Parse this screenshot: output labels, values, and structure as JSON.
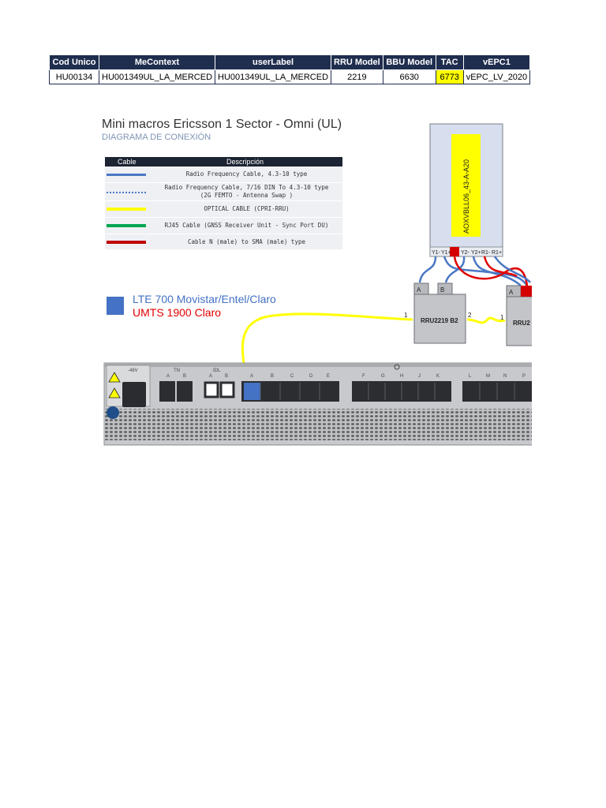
{
  "table": {
    "headers": [
      "Cod Unico",
      "MeContext",
      "userLabel",
      "RRU Model",
      "BBU Model",
      "TAC",
      "vEPC1"
    ],
    "row": [
      "HU00134",
      "HU001349UL_LA_MERCED",
      "HU001349UL_LA_MERCED",
      "2219",
      "6630",
      "6773",
      "vEPC_LV_2020"
    ],
    "highlight_color": "#ffff00",
    "header_color": "#1f2d4e"
  },
  "diagram": {
    "title": "Mini macros Ericsson 1 Sector - Omni (UL)",
    "subtitle": "DIAGRAMA DE CONEXIÓN",
    "legend": {
      "col_cable": "Cable",
      "col_desc": "Descripción",
      "rows": [
        {
          "desc": "Radio Frequency Cable, 4.3-10 type",
          "color": "#4a78c4",
          "style": "solid"
        },
        {
          "desc": "Radio Frequency Cable, 7/16 DIN To 4.3-10 type\n(2G FEMTO - Antenna Swap )",
          "color": "#4a78c4",
          "style": "dotted"
        },
        {
          "desc": "OPTICAL CABLE (CPRI-RRU)",
          "color": "#ffff00",
          "style": "solid"
        },
        {
          "desc": "RJ45 Cable (GNSS Receiver Unit - Sync Port DU)",
          "color": "#00a651",
          "style": "solid"
        },
        {
          "desc": "Cable N (male) to SMA (male) type",
          "color": "#c00000",
          "style": "solid"
        }
      ]
    },
    "bands": {
      "line1": "LTE 700 Movistar/Entel/Claro",
      "line2": "UMTS 1900 Claro",
      "line1_color": "#4472c4",
      "line2_color": "#e30000"
    },
    "antenna": {
      "label": "AOXVBLL06_43-A-A20",
      "ports": [
        "Y1-",
        "Y1+",
        "Y2-",
        "Y2+",
        "R1-",
        "R1+"
      ]
    },
    "rru1": {
      "name": "RRU2219 B2",
      "port_a": "A",
      "port_b": "B",
      "port_1": "1",
      "port_2": "2"
    },
    "rru2": {
      "name": "RRU2",
      "port_a": "A",
      "port_1": "1"
    },
    "bbu": {
      "port_groups": [
        "TN",
        "IDL"
      ],
      "tn_ports": [
        "A",
        "B"
      ],
      "idl_ports": [
        "A",
        "B"
      ],
      "ri_ports": [
        "A",
        "B",
        "C",
        "D",
        "E",
        "F",
        "G",
        "H",
        "J",
        "K",
        "L",
        "M",
        "N",
        "P"
      ],
      "power_label": "-48V"
    }
  }
}
